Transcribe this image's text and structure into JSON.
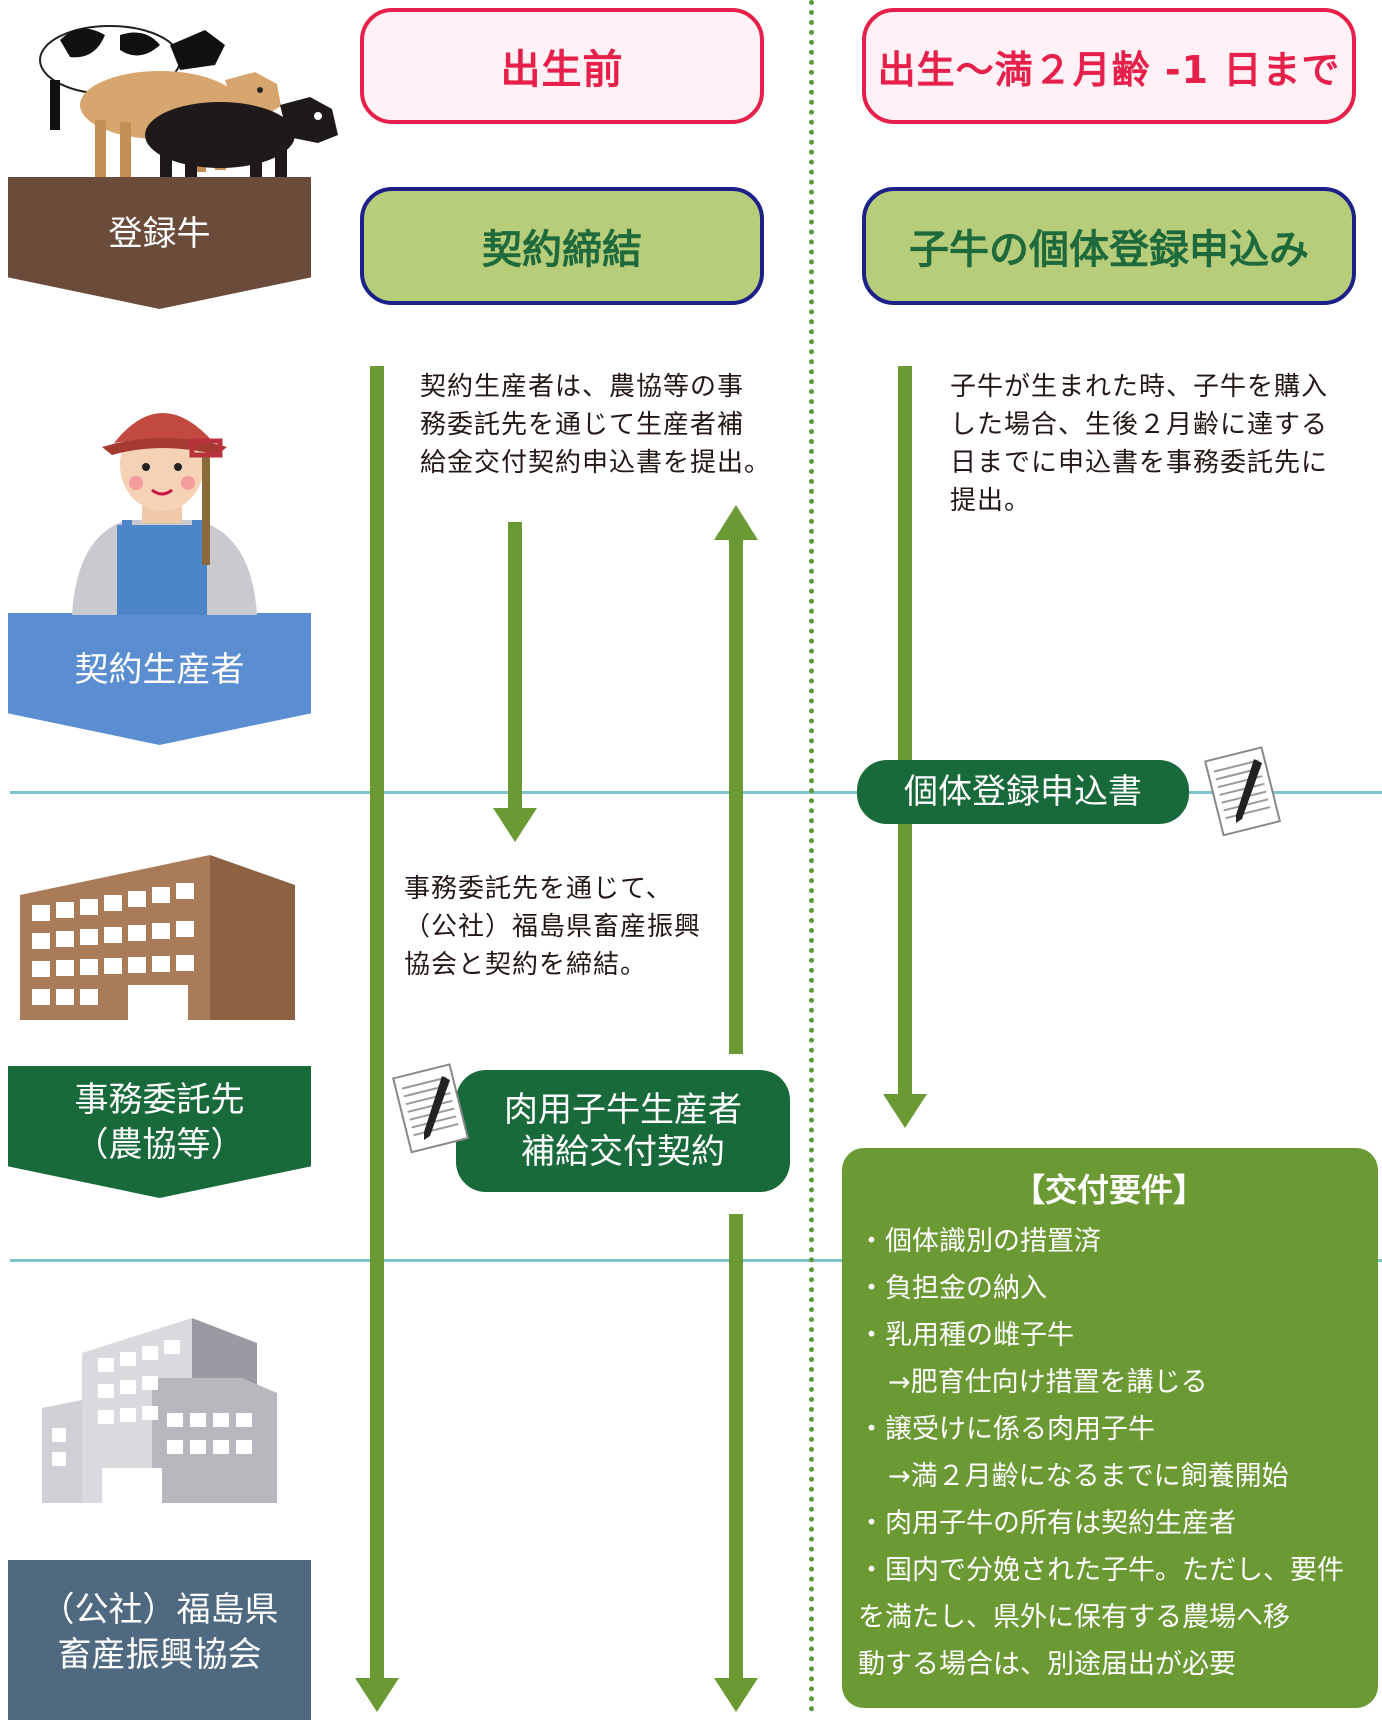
{
  "roles": {
    "cattle": "登録牛",
    "producer": "契約生産者",
    "office": "事務委託先\n（農協等）",
    "association": "（公社）福島県\n畜産振興協会"
  },
  "phases": {
    "before_birth": "出生前",
    "after_birth": "出生〜満２月齢 -1 日まで"
  },
  "steps": {
    "contract": "契約締結",
    "registration": "子牛の個体登録申込み"
  },
  "descriptions": {
    "producer_submit": "契約生産者は、農協等の事\n務委託先を通じて生産者補\n給金交付契約申込書を提出。",
    "office_contract": "事務委託先を通じて、\n（公社）福島県畜産振興\n協会と契約を締結。",
    "calf_submit": "子牛が生まれた時、子牛を購入\nした場合、生後２月齢に達する\n日までに申込書を事務委託先に\n提出。"
  },
  "documents": {
    "registration_form": "個体登録申込書",
    "contract_doc": "肉用子牛生産者\n補給交付契約"
  },
  "requirements": {
    "title": "【交付要件】",
    "items": [
      "・個体識別の措置済",
      "・負担金の納入",
      "・乳用種の雌子牛",
      "→肥育仕向け措置を講じる",
      "・譲受けに係る肉用子牛",
      "→満２月齢になるまでに飼養開始",
      "・肉用子牛の所有は契約生産者",
      "・国内で分娩された子牛。ただし、要件\n を満たし、県外に保有する農場へ移\n 動する場合は、別途届出が必要"
    ]
  },
  "colors": {
    "arrow_green": "#6b9a34",
    "divider_teal": "#7ec4cc",
    "phase_red": "#e6204a",
    "step_fill": "#b8cd7a",
    "step_border": "#1d2088",
    "dark_green": "#196a3a"
  },
  "icons": [
    "cattle-icon",
    "farmer-icon",
    "office-building-icon",
    "association-building-icon",
    "document-pen-icon"
  ]
}
